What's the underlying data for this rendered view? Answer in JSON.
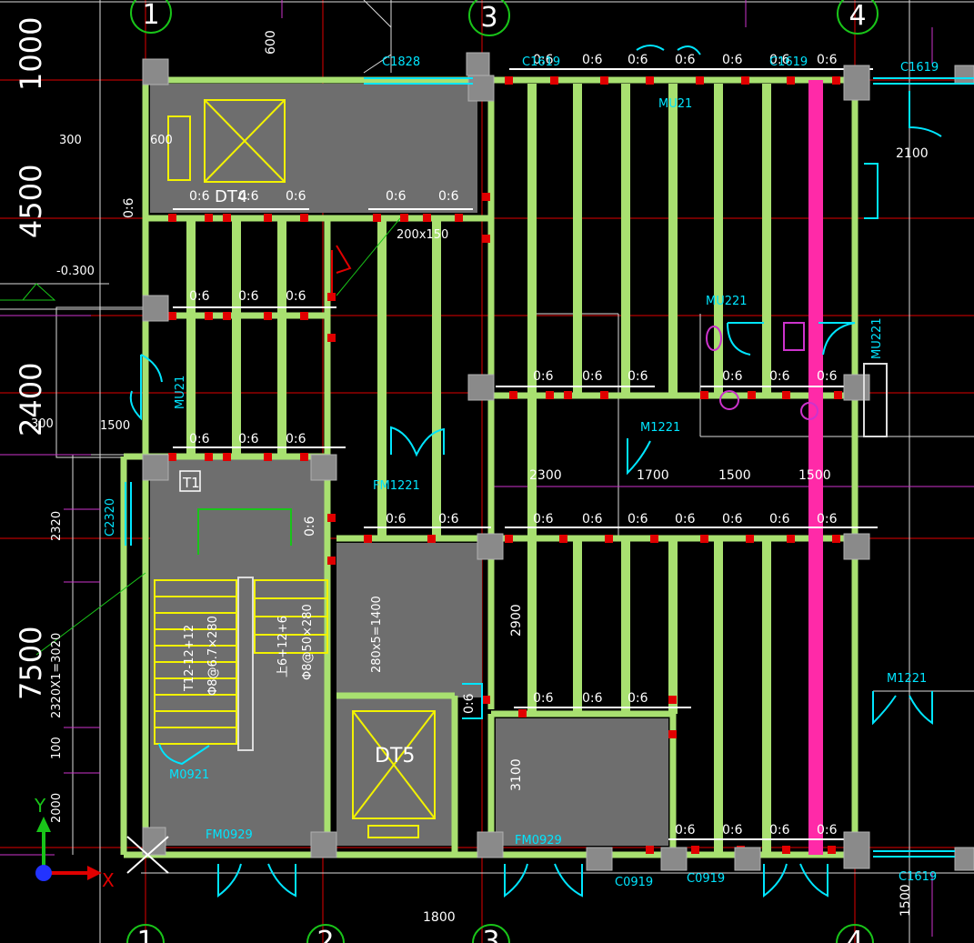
{
  "colors": {
    "bg": "#000000",
    "wall_green": "#a8e070",
    "slab_gray": "#707070",
    "grid_red": "#e00000",
    "accent_magenta": "#ff2aa8",
    "dim_green": "#19c419",
    "cyan": "#00e5ff",
    "yellow": "#f2f200",
    "white": "#ffffff",
    "col_fill": "#8a8a8a",
    "purple": "#cc33cc"
  },
  "grid_axes": [
    {
      "label": "1"
    },
    {
      "label": "3"
    },
    {
      "label": "4"
    },
    {
      "label": "1"
    },
    {
      "label": "2"
    },
    {
      "label": "3"
    },
    {
      "label": "4"
    }
  ],
  "dimensions_left": [
    "1000",
    "4500",
    "2400",
    "7500",
    "300",
    "600",
    "300",
    "1500",
    "2320",
    "2320X1=3020",
    "100",
    "2000"
  ],
  "elevations": [
    "-0.300"
  ],
  "rooms": {
    "elevator_top_tag": "DT4",
    "elevator_bottom_tag": "DT5",
    "stair_tag": "T1",
    "stair_note_1": "T12-12+12",
    "stair_note_2": "Φ8@6.7×280",
    "stair_note_3": "上6+12+6",
    "stair_note_4": "Φ8@50×280",
    "beam_size": "200x150",
    "beam_size_2": "280x5=1400"
  },
  "door_window_tags": [
    "C1828",
    "C1619",
    "C1619",
    "C1619",
    "MU21",
    "MU221",
    "MU221",
    "M1221",
    "FM1221",
    "FM0929",
    "FM0929",
    "C0919",
    "C0919",
    "C1619",
    "M1221",
    "MU21",
    "C2320",
    "M0921"
  ],
  "beam_labels": [
    "0:6"
  ],
  "dims_bottom": [
    "1800",
    "600",
    "1500"
  ],
  "dims_mid": [
    "2300",
    "1700",
    "1500",
    "1500",
    "2100",
    "2900",
    "3100"
  ],
  "axis": {
    "x": "X",
    "y": "Y"
  }
}
